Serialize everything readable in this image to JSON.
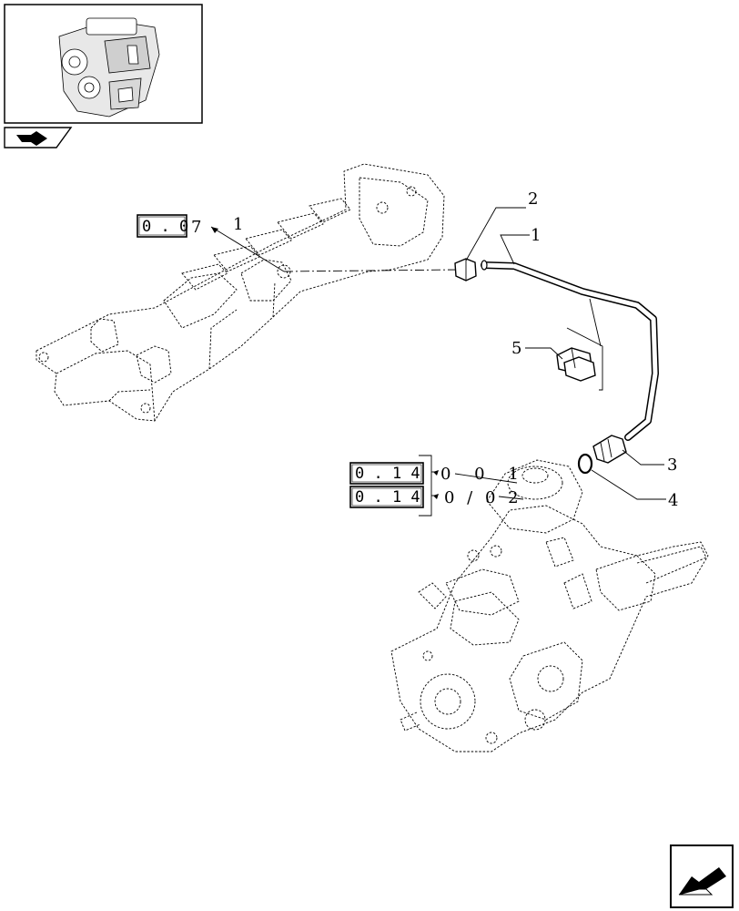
{
  "callouts": {
    "c1": "1",
    "c2": "2",
    "c3": "3",
    "c4": "4",
    "c5": "5"
  },
  "references": {
    "ref_manifold": {
      "box": "0 . 0",
      "suffix": "7",
      "item": "1"
    },
    "ref_pump_a": {
      "box": "0 . 1 4",
      "suffix": "0 0 1"
    },
    "ref_pump_b": {
      "box": "0 . 1 4",
      "suffix": "0 / 0 2"
    }
  },
  "icons": {
    "thumbnail": "engine-thumbnail",
    "nav_top": "previous-page-arrow-icon",
    "nav_bottom": "next-page-arrow-icon"
  },
  "colors": {
    "line": "#000000",
    "background": "#ffffff"
  }
}
